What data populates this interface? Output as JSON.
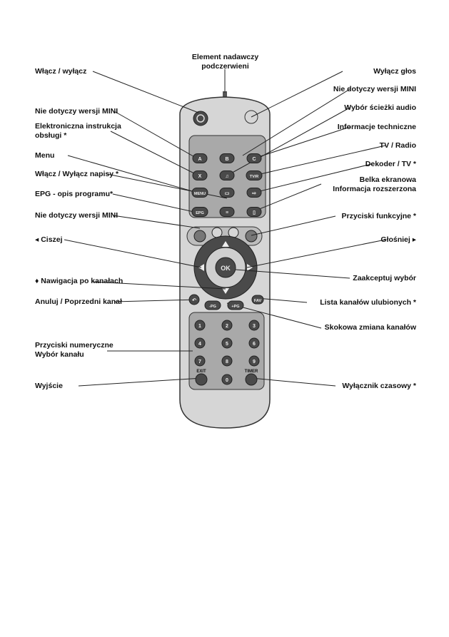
{
  "labels": {
    "top_emitter": "Element nadawczy\npodczerwieni",
    "power": "Włącz / wyłącz",
    "mini1": "Nie dotyczy wersji MINI",
    "manual": "Elektroniczna instrukcja\nobsługi *",
    "menu": "Menu",
    "subtitles": "Włącz / Wyłącz napisy *",
    "epg": "EPG - opis programu*",
    "mini2": "Nie dotyczy wersji MINI",
    "vol_down": "◂ Ciszej",
    "nav": "♦ Nawigacja po kanałach",
    "cancel": "Anuluj / Poprzedni kanał",
    "numeric": "Przyciski numeryczne\nWybór kanału",
    "exit": "Wyjście",
    "mute": "Wyłącz głos",
    "mini3": "Nie dotyczy wersji MINI",
    "audio": "Wybór ścieżki audio",
    "tech": "Informacje techniczne",
    "tvradio": "TV / Radio",
    "dekoder": "Dekoder / TV *",
    "bar": "Belka ekranowa\nInformacja rozszerzona",
    "func": "Przyciski funkcyjne *",
    "vol_up": "Głośniej ▸",
    "ok_accept": "Zaakceptuj wybór",
    "favs": "Lista kanałów ulubionych *",
    "pg": "Skokowa zmiana kanałów",
    "timer": "Wyłącznik czasowy *"
  },
  "buttons": {
    "a": "A",
    "b": "B",
    "c": "C",
    "x": "X",
    "tvr": "TV/R",
    "menu": "MENU",
    "epg": "EPG",
    "ok": "OK",
    "pg_minus": "-PG",
    "pg_plus": "+PG",
    "fav": "FAV",
    "exit": "EXIT",
    "timer": "TIMER",
    "digits": [
      "1",
      "2",
      "3",
      "4",
      "5",
      "6",
      "7",
      "8",
      "9",
      "0"
    ]
  },
  "colors": {
    "remote_body": "#d4d4d4",
    "panel": "#a9a9a9",
    "button": "#4a4a4a",
    "leader": "#222222"
  }
}
